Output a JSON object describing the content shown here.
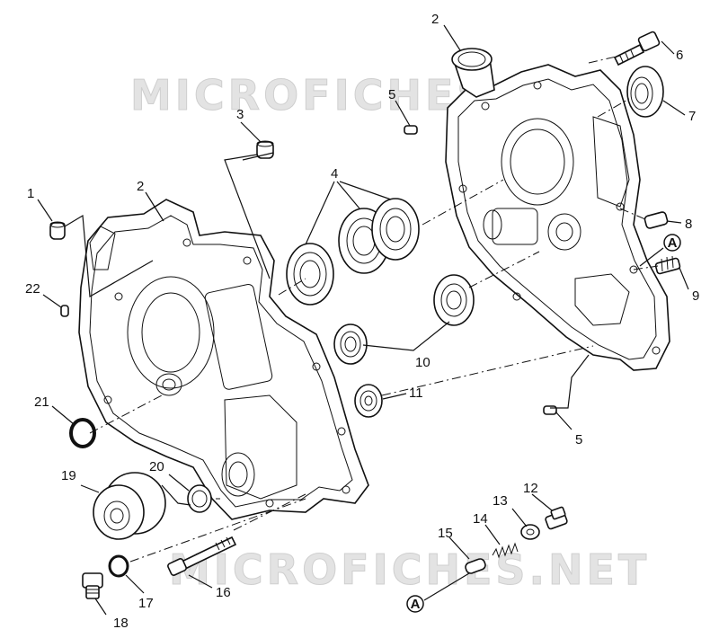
{
  "watermark": "MICROFICHES.NET",
  "reference_letter": "A",
  "labels": [
    {
      "id": "1",
      "text": "1"
    },
    {
      "id": "2a",
      "text": "2"
    },
    {
      "id": "2b",
      "text": "2"
    },
    {
      "id": "3",
      "text": "3"
    },
    {
      "id": "4",
      "text": "4"
    },
    {
      "id": "5a",
      "text": "5"
    },
    {
      "id": "5b",
      "text": "5"
    },
    {
      "id": "6",
      "text": "6"
    },
    {
      "id": "7",
      "text": "7"
    },
    {
      "id": "8",
      "text": "8"
    },
    {
      "id": "9",
      "text": "9"
    },
    {
      "id": "10",
      "text": "10"
    },
    {
      "id": "11",
      "text": "11"
    },
    {
      "id": "12",
      "text": "12"
    },
    {
      "id": "13",
      "text": "13"
    },
    {
      "id": "14",
      "text": "14"
    },
    {
      "id": "15",
      "text": "15"
    },
    {
      "id": "16",
      "text": "16"
    },
    {
      "id": "17",
      "text": "17"
    },
    {
      "id": "18",
      "text": "18"
    },
    {
      "id": "19",
      "text": "19"
    },
    {
      "id": "20",
      "text": "20"
    },
    {
      "id": "21",
      "text": "21"
    },
    {
      "id": "22",
      "text": "22"
    }
  ]
}
